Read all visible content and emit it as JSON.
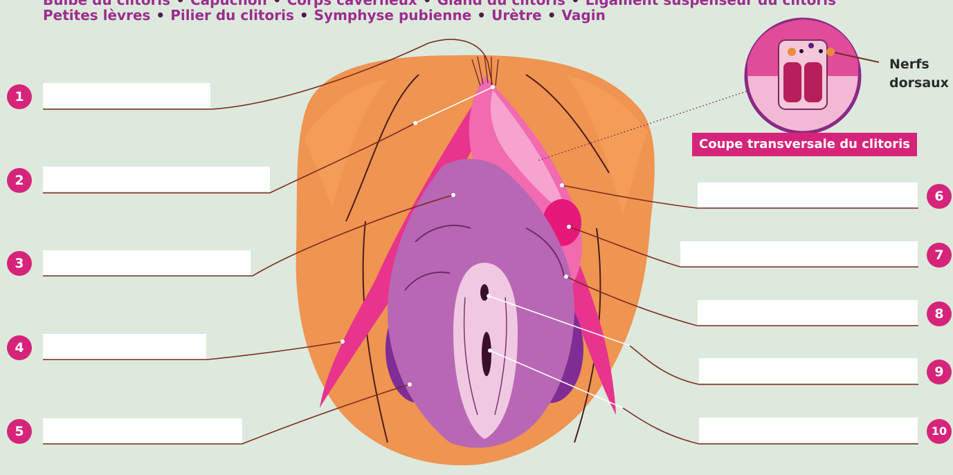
{
  "word_bank": {
    "line1": [
      "Bulbe du clitoris",
      "Capuchon",
      "Corps caverneux",
      "Gland du clitoris",
      "Ligament suspenseur du clitoris"
    ],
    "line2": [
      "Petites lèvres",
      "Pilier du clitoris",
      "Symphyse pubienne",
      "Urètre",
      "Vagin"
    ],
    "separator": "•"
  },
  "numbers": [
    "1",
    "2",
    "3",
    "4",
    "5",
    "6",
    "7",
    "8",
    "9",
    "10"
  ],
  "inset": {
    "caption": "Coupe transversale du clitoris",
    "nerve_label_line1": "Nerfs",
    "nerve_label_line2": "dorsaux"
  },
  "colors": {
    "background": "#dde9dd",
    "accent_magenta": "#d6247a",
    "word_bank_purple": "#9b2d8e",
    "orange": "#f0883e",
    "purple_bulb": "#8a3a9e",
    "leader_line": "#7a2a22"
  }
}
